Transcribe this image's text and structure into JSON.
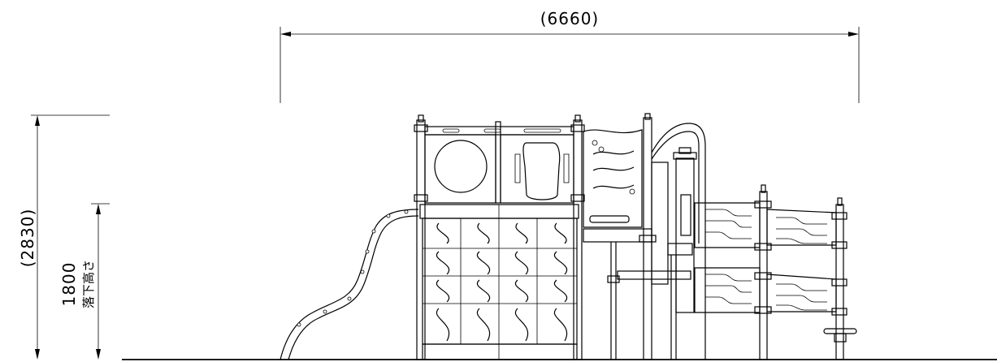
{
  "dimensions": {
    "total_width": "(6660)",
    "total_height": "(2830)",
    "fall_height_value": "1800",
    "fall_height_label": "落下高さ"
  }
}
